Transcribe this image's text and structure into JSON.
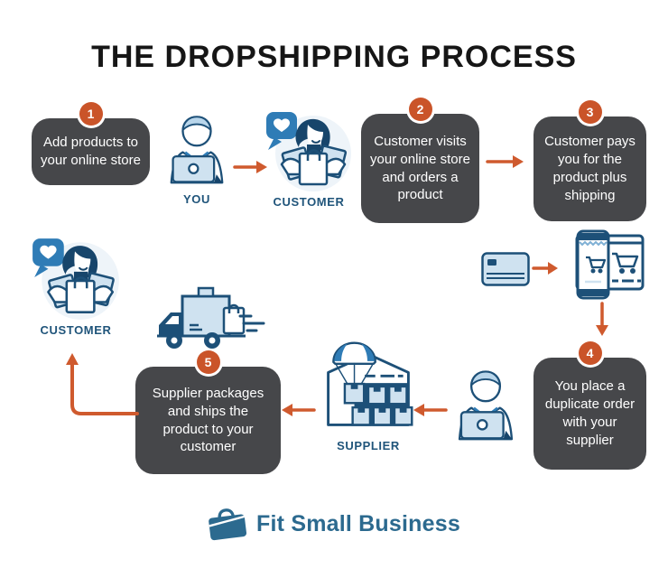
{
  "title": "THE DROPSHIPPING PROCESS",
  "steps": [
    {
      "number": "1",
      "text": "Add products to your online store"
    },
    {
      "number": "2",
      "text": "Customer visits your online store and orders a product"
    },
    {
      "number": "3",
      "text": "Customer pays you for the product plus shipping"
    },
    {
      "number": "4",
      "text": "You place a duplicate order with your supplier"
    },
    {
      "number": "5",
      "text": "Supplier packages and ships the product to your customer"
    }
  ],
  "actors": {
    "you_label": "YOU",
    "customer_top_label": "CUSTOMER",
    "supplier_label": "SUPPLIER",
    "customer_bottom_label": "CUSTOMER"
  },
  "footer": {
    "brand": "Fit Small Business"
  },
  "icons": {
    "you": "person-laptop-icon",
    "customer": "customer-shopping-bags-icon",
    "payment": "credit-card-icon",
    "checkout": "phone-and-browser-cart-icon",
    "shipping": "delivery-truck-icon",
    "supplier": "warehouse-parachute-icon",
    "brand": "briefcase-icon",
    "flow": "orange-arrow-icon"
  },
  "colors": {
    "badge_orange": "#ca5429",
    "arrow_orange": "#cf5a2e",
    "box_dark": "#46474a",
    "navy": "#1d5078",
    "hair_navy": "#17456b",
    "light_blue": "#cfe2f0",
    "mid_blue": "#2f7cb6",
    "circle_bg": "#eef4f9",
    "brand_blue": "#2c6a8f",
    "title_black": "#161616"
  }
}
